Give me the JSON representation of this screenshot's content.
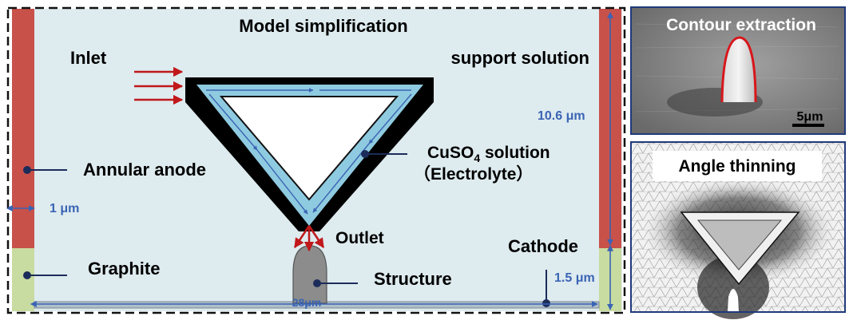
{
  "model": {
    "title": "Model simplification",
    "inlet": "Inlet",
    "support_solution": "support solution",
    "cuso4_prefix": "CuSO",
    "cuso4_sub": "4",
    "cuso4_suffix": " solution",
    "electrolyte": "（Electrolyte）",
    "annular_anode": "Annular anode",
    "outlet": "Outlet",
    "graphite": "Graphite",
    "structure": "Structure",
    "cathode": "Cathode",
    "dim_height": "10.6 μm",
    "dim_anode_width": "1 μm",
    "dim_cathode_height": "1.5 μm",
    "dim_width": "28μm"
  },
  "contour_panel": {
    "title": "Contour extraction",
    "scale_bar": "5μm"
  },
  "mesh_panel": {
    "title": "Angle thinning"
  },
  "colors": {
    "anode": "#c8514a",
    "graphite": "#c8dba0",
    "domain_bg": "#deebef",
    "electrolyte": "#8fcbe0",
    "dimension_blue": "#3a64b4",
    "arrow_red": "#c0181b",
    "structure_gray": "#8c8c8c"
  }
}
